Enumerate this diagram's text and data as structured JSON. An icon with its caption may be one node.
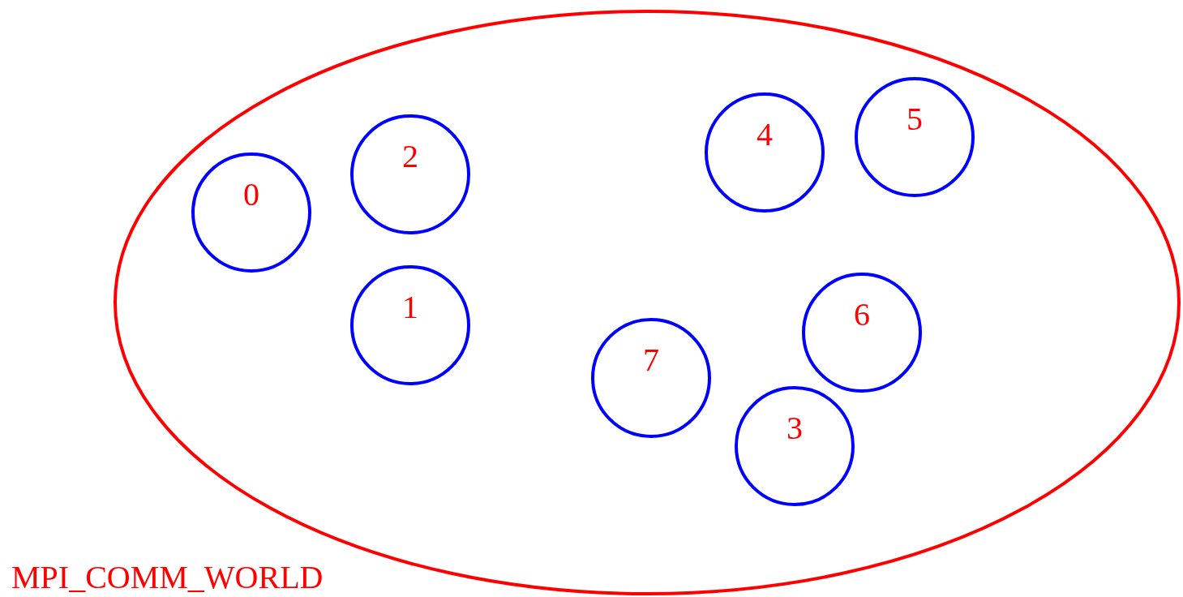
{
  "diagram": {
    "nodes": [
      {
        "text": [
          "MPI_COMM_WORLD"
        ]
      },
      {
        "text": [
          "0"
        ],
        "in": 0
      },
      {
        "text": [
          "2"
        ],
        "in": 0
      },
      {
        "text": [
          "4"
        ],
        "in": 0
      },
      {
        "text": [
          "5"
        ],
        "in": 0
      },
      {
        "text": [
          "1"
        ],
        "in": 0
      },
      {
        "text": [
          "7"
        ],
        "in": 0
      },
      {
        "text": [
          "6"
        ],
        "in": 0
      },
      {
        "text": [
          "3"
        ],
        "in": 0
      }
    ],
    "edges": []
  }
}
